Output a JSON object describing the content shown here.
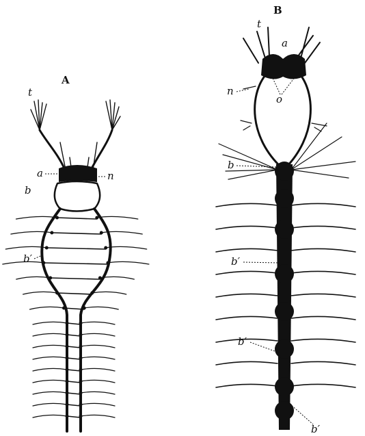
{
  "figure": {
    "panel_a": {
      "title": "A",
      "labels": {
        "t": "t",
        "a": "a",
        "n": "n",
        "b": "b",
        "b_prime": "b′"
      }
    },
    "panel_b": {
      "title": "B",
      "labels": {
        "t": "t",
        "a": "a",
        "n": "n",
        "o": "o",
        "b": "b",
        "b_prime_1": "b′",
        "b_prime_2": "b′",
        "b_prime_3": "b′"
      }
    }
  }
}
